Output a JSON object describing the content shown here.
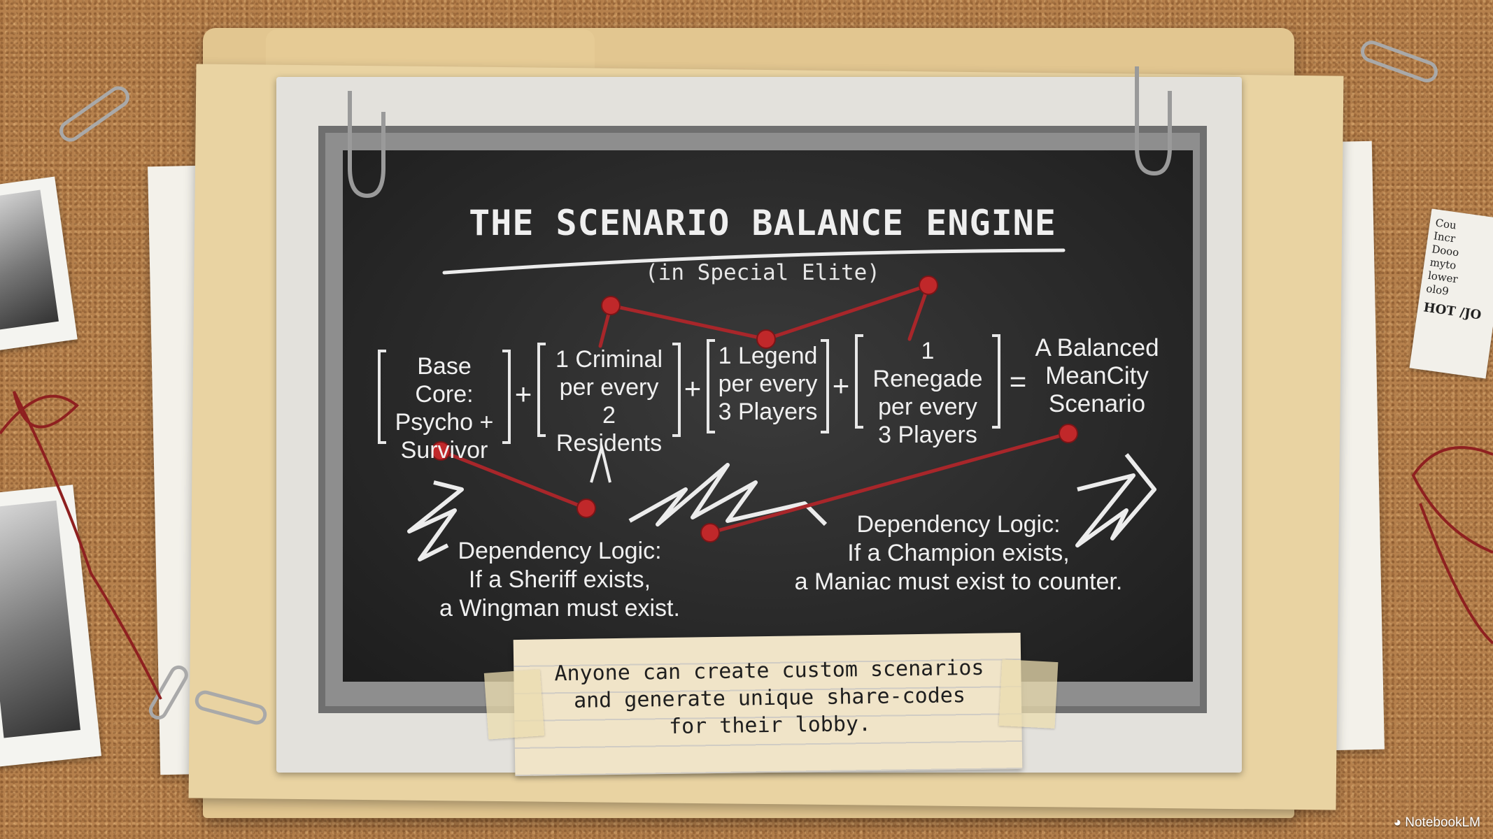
{
  "board": {
    "title": "THE SCENARIO BALANCE ENGINE",
    "subtitle": "(in Special Elite)"
  },
  "formula": {
    "terms": [
      {
        "lines": [
          "Base Core:",
          "Psycho +",
          "Survivor"
        ]
      },
      {
        "lines": [
          "1 Criminal",
          "per every",
          "2 Residents"
        ]
      },
      {
        "lines": [
          "1 Legend",
          "per every",
          "3 Players"
        ]
      },
      {
        "lines": [
          "1 Renegade",
          "per every",
          "3 Players"
        ]
      }
    ],
    "plus": "+",
    "equals": "=",
    "result": [
      "A Balanced",
      "MeanCity",
      "Scenario"
    ]
  },
  "dependencies": [
    {
      "lines": [
        "Dependency Logic:",
        "If a Sheriff exists,",
        "a Wingman must exist."
      ]
    },
    {
      "lines": [
        "Dependency Logic:",
        "If a Champion exists,",
        "a Maniac must exist to counter."
      ]
    }
  ],
  "notecard": {
    "lines": [
      "Anyone can create custom scenarios",
      "and generate unique share-codes",
      "for their lobby."
    ]
  },
  "clipping": {
    "lines": [
      "Cou",
      "Incr",
      "Dooo",
      "myto",
      "lower",
      "olo9"
    ],
    "heading": "HOT /JO"
  },
  "watermark": "NotebookLM",
  "colors": {
    "chalkboard": "#2a2a2a",
    "chalk": "#f0f0f0",
    "pushpin": "#c0282a",
    "string": "#b02a2a",
    "cork": "#b5804c",
    "folder": "#e9d3a2"
  },
  "icons": [
    "pushpin-icon",
    "binder-clip-icon",
    "paperclip-icon",
    "notebooklm-logo-icon"
  ]
}
